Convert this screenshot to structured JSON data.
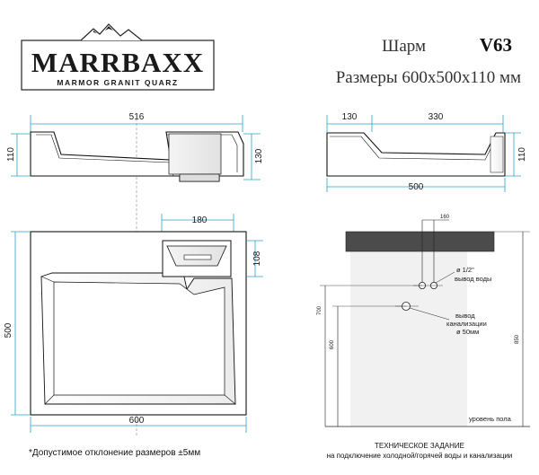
{
  "brand": {
    "name": "MARRBAXX",
    "tagline": "MARMOR GRANIT QUARZ"
  },
  "product": {
    "title_prefix": "Шарм",
    "model": "V63",
    "sizes_line": "Размеры 600x500x110 мм"
  },
  "side_view_left": {
    "width_label": "516",
    "height_left": "110",
    "height_right": "130"
  },
  "side_view_right": {
    "top_left": "130",
    "top_right": "330",
    "height_right": "110",
    "bottom_width": "500"
  },
  "top_view": {
    "soap_width": "180",
    "soap_height": "108",
    "depth_label": "500",
    "width_label": "600"
  },
  "install": {
    "top_dim": "160",
    "water_label_1": "ø 1/2\"",
    "water_label_2": "вывод воды",
    "drain_label_1": "вывод",
    "drain_label_2": "канализации",
    "drain_label_3": "ø 50мм",
    "h_700": "700",
    "h_600": "600",
    "h_850": "850",
    "floor_label": "уровень пола"
  },
  "footer": {
    "tolerance": "*Допустимое отклонение размеров ±5мм",
    "spec_title": "ТЕХНИЧЕСКОЕ ЗАДАНИЕ",
    "spec_subtitle": "на подключение холодной/горячей воды и канализации"
  }
}
